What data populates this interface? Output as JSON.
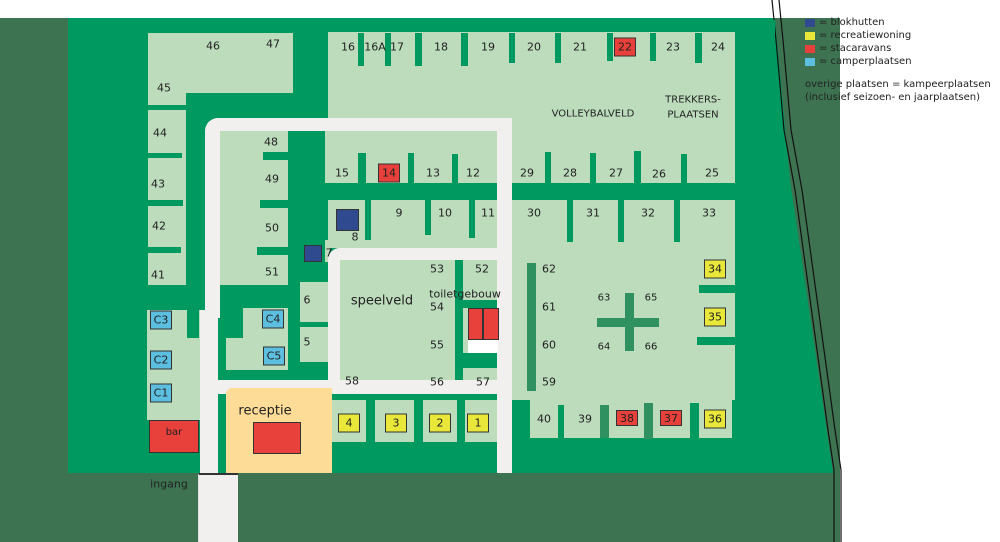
{
  "legend": {
    "items": [
      {
        "label": "= blokhutten",
        "color": "#2f4a8e"
      },
      {
        "label": "= recreatiewoning",
        "color": "#e9e83a"
      },
      {
        "label": "= stacaravans",
        "color": "#e8403a"
      },
      {
        "label": "= camperplaatsen",
        "color": "#5dbfe0"
      }
    ],
    "note_line1": "overige plaatsen = kampeerplaatsen",
    "note_line2": "(inclusief seizoen- en jaarplaatsen)"
  },
  "areas": {
    "volleyball": "VOLLEYBALVELD",
    "trekkers_line1": "TREKKERS-",
    "trekkers_line2": "PLAATSEN",
    "speelveld": "speelveld",
    "toiletgebouw": "toiletgebouw",
    "receptie": "receptie",
    "bar": "bar",
    "ingang": "ingang"
  },
  "plots": {
    "p46": "46",
    "p47": "47",
    "p45": "45",
    "p44": "44",
    "p43": "43",
    "p42": "42",
    "p41": "41",
    "p48": "48",
    "p49": "49",
    "p50": "50",
    "p51": "51",
    "p16": "16",
    "p16a": "16A",
    "p17": "17",
    "p18": "18",
    "p19": "19",
    "p20": "20",
    "p21": "21",
    "p22": "22",
    "p23": "23",
    "p24": "24",
    "p15": "15",
    "p14": "14",
    "p13": "13",
    "p12": "12",
    "p29": "29",
    "p28": "28",
    "p27": "27",
    "p26": "26",
    "p25": "25",
    "p8": "8",
    "p9": "9",
    "p10": "10",
    "p11": "11",
    "p30": "30",
    "p31": "31",
    "p32": "32",
    "p33": "33",
    "p7": "7",
    "p6": "6",
    "p5": "5",
    "p53": "53",
    "p52": "52",
    "p54": "54",
    "p55": "55",
    "p56": "56",
    "p57": "57",
    "p58": "58",
    "p62": "62",
    "p61": "61",
    "p60": "60",
    "p59": "59",
    "p63": "63",
    "p65": "65",
    "p64": "64",
    "p66": "66",
    "p34": "34",
    "p35": "35",
    "p36": "36",
    "p37": "37",
    "p38": "38",
    "p39": "39",
    "p40": "40",
    "p4": "4",
    "p3": "3",
    "p2": "2",
    "p1": "1",
    "c1": "C1",
    "c2": "C2",
    "c3": "C3",
    "c4": "C4",
    "c5": "C5"
  }
}
